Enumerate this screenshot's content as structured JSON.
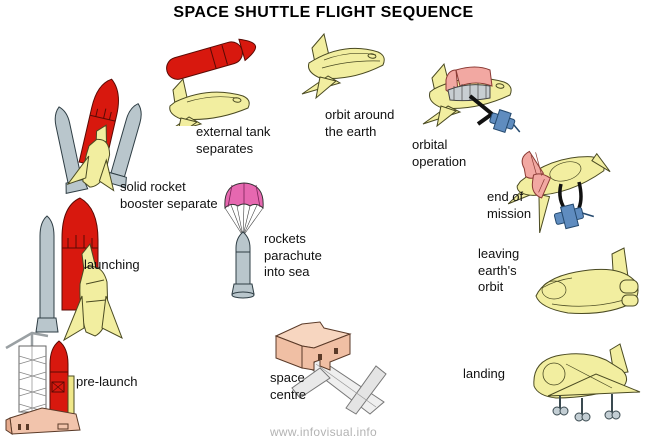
{
  "title": "SPACE SHUTTLE FLIGHT SEQUENCE",
  "watermark": "www.infovisual.info",
  "colors": {
    "tank_red": "#d8180e",
    "orbiter_yellow": "#f2eea0",
    "booster_gray": "#b9c6cc",
    "bay_door_pink": "#f2a8a2",
    "satellite_blue": "#5f8cbf",
    "building_salmon": "#f2c4ac",
    "parachute_magenta": "#e668b0"
  },
  "stages": [
    {
      "id": "pre-launch",
      "label": "pre-launch"
    },
    {
      "id": "launching",
      "label": "launching"
    },
    {
      "id": "solid-rocket-booster-separate",
      "label": "solid rocket\nbooster separate"
    },
    {
      "id": "external-tank-separates",
      "label": "external tank\nseparates"
    },
    {
      "id": "orbit-around-the-earth",
      "label": "orbit around\nthe earth"
    },
    {
      "id": "orbital-operation",
      "label": "orbital\noperation"
    },
    {
      "id": "end-of-mission",
      "label": "end of\nmission"
    },
    {
      "id": "leaving-earths-orbit",
      "label": "leaving\nearth's\norbit"
    },
    {
      "id": "landing",
      "label": "landing"
    },
    {
      "id": "rockets-parachute-into-sea",
      "label": "rockets\nparachute\ninto sea"
    },
    {
      "id": "space-centre",
      "label": "space\ncentre"
    }
  ]
}
